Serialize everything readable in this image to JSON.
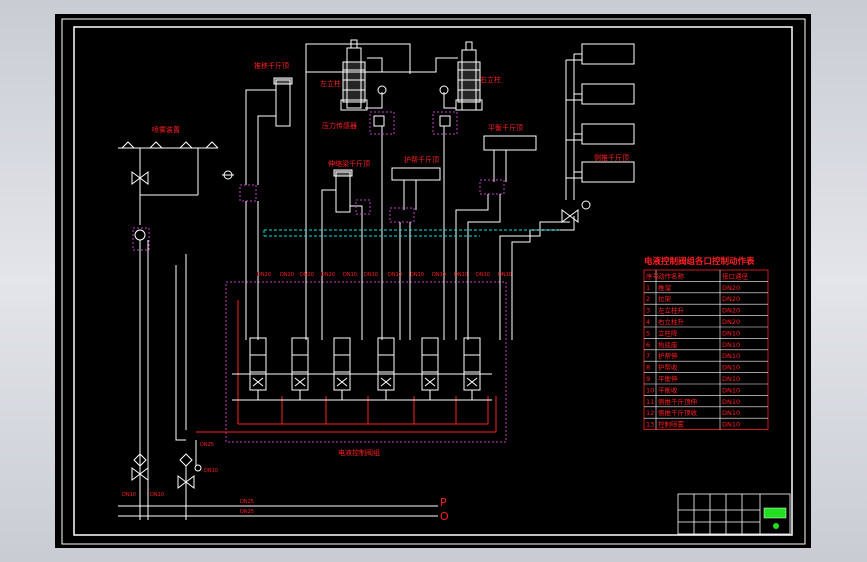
{
  "colors": {
    "background": "#000000",
    "line": "#ffffff",
    "label": "#ff2020",
    "cyan": "#00e0e0",
    "magenta": "#c040c0",
    "green": "#20e020"
  },
  "labels": {
    "left_column": "左立柱",
    "right_column": "右立柱",
    "pressure_relay": "压力传感器",
    "jack_top": "推移千斤顶",
    "spray": "喷雾装置",
    "balance_jack": "平衡千斤顶",
    "front_jack": "伸缩梁千斤顶",
    "telescopic_jack": "护帮千斤顶",
    "side_jack": "侧推千斤顶",
    "manifold": "电液控制阀组",
    "p_line": "P",
    "o_line": "O",
    "dn_left": "DN10",
    "dn_mid": "DN10",
    "dn_supply1": "DN25",
    "dn_supply2": "DN10",
    "dn_bus1": "DN25",
    "dn_bus2": "DN25"
  },
  "port_labels": [
    "DN20",
    "DN20",
    "DN20",
    "DN20",
    "DN10",
    "DN10",
    "DN10",
    "DN10",
    "DN10",
    "DN10",
    "DN10",
    "DN10"
  ],
  "table": {
    "title": "电液控制阀组各口控制动作表",
    "headers": [
      "序号",
      "动作名称",
      "接口通径"
    ],
    "rows": [
      [
        "1",
        "推溜",
        "DN20"
      ],
      [
        "2",
        "拉架",
        "DN20"
      ],
      [
        "3",
        "左立柱升",
        "DN20"
      ],
      [
        "4",
        "右立柱升",
        "DN20"
      ],
      [
        "5",
        "立柱降",
        "DN10"
      ],
      [
        "6",
        "抬底座",
        "DN10"
      ],
      [
        "7",
        "护帮伸",
        "DN10"
      ],
      [
        "8",
        "护帮收",
        "DN10"
      ],
      [
        "9",
        "平衡伸",
        "DN10"
      ],
      [
        "10",
        "平衡收",
        "DN10"
      ],
      [
        "11",
        "侧推千斤顶伸",
        "DN10"
      ],
      [
        "12",
        "侧推千斤顶收",
        "DN10"
      ],
      [
        "13",
        "控制喷雾",
        "DN10"
      ]
    ]
  }
}
